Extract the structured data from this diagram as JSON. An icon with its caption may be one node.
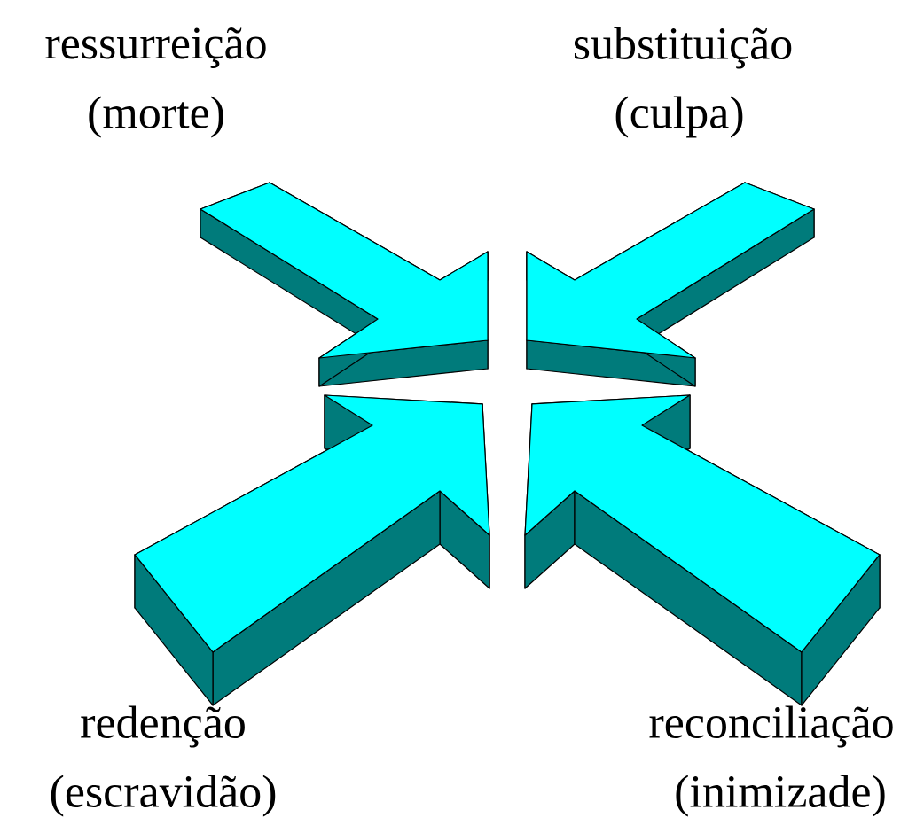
{
  "diagram": {
    "labels": [
      "ressurreição",
      "substituição",
      "(morte)",
      "(culpa)",
      "redenção",
      "reconciliação",
      "(escravidão)",
      "(inimizade)"
    ]
  }
}
